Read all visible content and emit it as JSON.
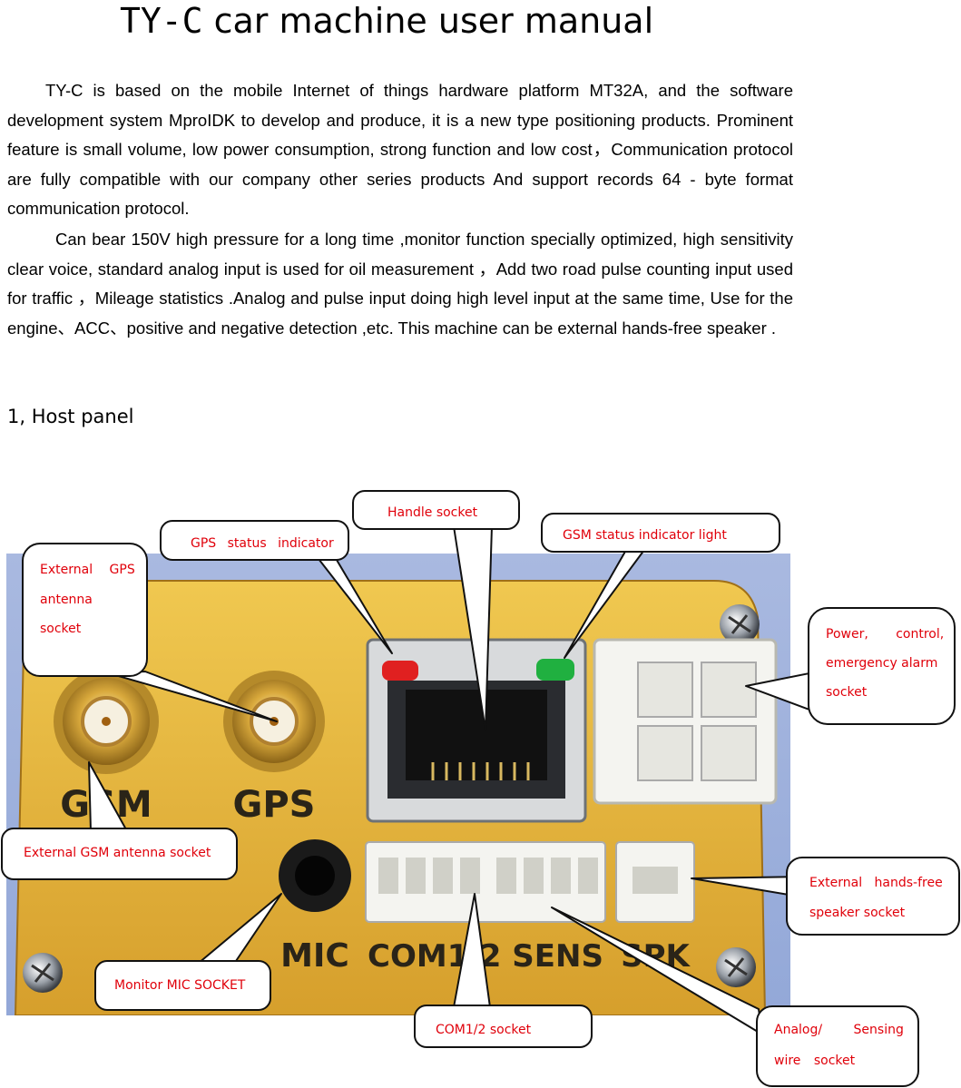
{
  "document": {
    "title_mono": "TY-C",
    "title_rest": " car machine user manual",
    "paragraph_1": "TY-C is based on the mobile Internet of things hardware platform MT32A, and the software development system MproIDK to develop and produce, it is a new type positioning products. Prominent feature is small volume, low power consumption, strong function and low cost，Communication protocol are fully compatible with our company other series products And support records 64 - byte format communication protocol.",
    "paragraph_2": "Can bear 150V high pressure for a long time ,monitor function specially optimized, high sensitivity clear voice, standard analog input is used for oil measurement ，Add two road pulse counting input used for traffic ，Mileage statistics .Analog and pulse input doing high level input at the same time, Use for the engine、ACC、positive and negative detection ,etc. This machine can be external hands-free speaker .",
    "section_heading": "1, Host panel"
  },
  "panel_labels": {
    "gsm": "GSM",
    "gps": "GPS",
    "mic": "MIC",
    "com_sens": "COM1/2 SENS",
    "spk": "SPK"
  },
  "callouts": {
    "handle_socket": "Handle socket",
    "gps_status": "GPS status indicator",
    "gsm_status": "GSM status indicator light",
    "ext_gps_1": "External GPS",
    "ext_gps_2": "antenna",
    "ext_gps_3": "socket",
    "power_1": "Power, control,",
    "power_2": "emergency alarm",
    "power_3": "socket",
    "ext_gsm": "External GSM antenna socket",
    "speaker_1": "External hands-free",
    "speaker_2": "speaker socket",
    "mic": "Monitor MIC SOCKET",
    "com": "COM1/2 socket",
    "analog_1": "Analog/ Sensing",
    "analog_2": "wire socket"
  },
  "colors": {
    "callout_text": "#e0000a",
    "panel": "#e0b038",
    "led_red": "#e02020",
    "led_green": "#20b040"
  }
}
